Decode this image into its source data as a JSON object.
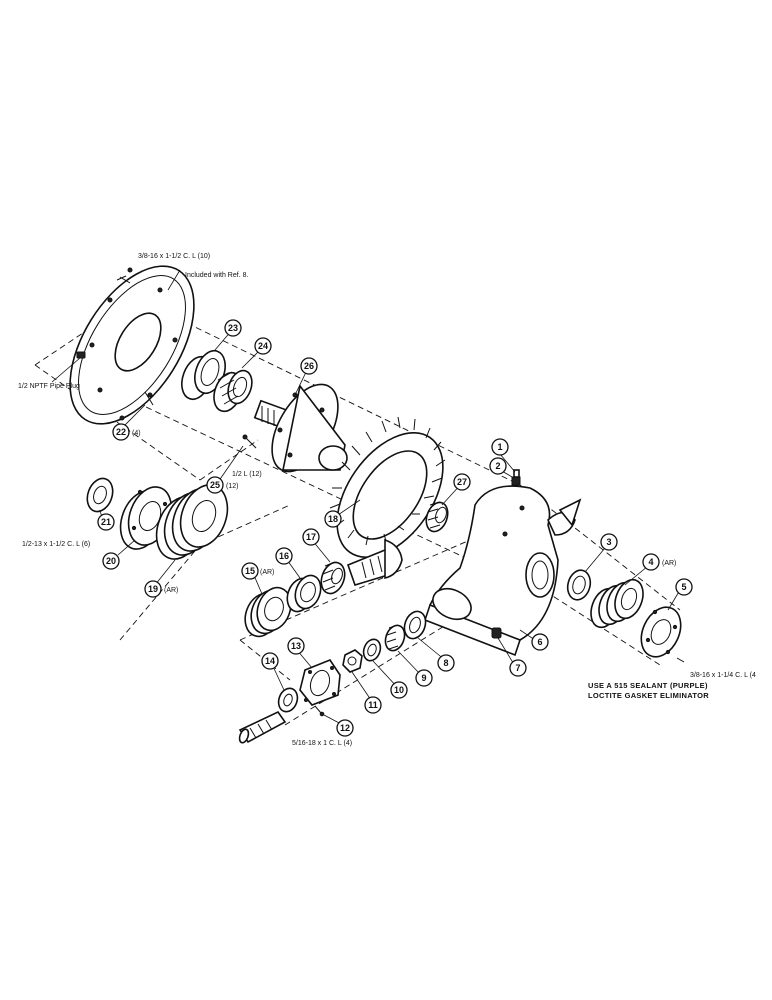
{
  "callouts": [
    {
      "id": "c1",
      "num": "1",
      "suffix": ""
    },
    {
      "id": "c2",
      "num": "2",
      "suffix": ""
    },
    {
      "id": "c3",
      "num": "3",
      "suffix": ""
    },
    {
      "id": "c4",
      "num": "4",
      "suffix": "(AR)"
    },
    {
      "id": "c5",
      "num": "5",
      "suffix": ""
    },
    {
      "id": "c6",
      "num": "6",
      "suffix": ""
    },
    {
      "id": "c7",
      "num": "7",
      "suffix": ""
    },
    {
      "id": "c8",
      "num": "8",
      "suffix": ""
    },
    {
      "id": "c9",
      "num": "9",
      "suffix": ""
    },
    {
      "id": "c10",
      "num": "10",
      "suffix": ""
    },
    {
      "id": "c11",
      "num": "11",
      "suffix": ""
    },
    {
      "id": "c12",
      "num": "12",
      "suffix": ""
    },
    {
      "id": "c13",
      "num": "13",
      "suffix": ""
    },
    {
      "id": "c14",
      "num": "14",
      "suffix": ""
    },
    {
      "id": "c15",
      "num": "15",
      "suffix": "(AR)"
    },
    {
      "id": "c16",
      "num": "16",
      "suffix": ""
    },
    {
      "id": "c17",
      "num": "17",
      "suffix": ""
    },
    {
      "id": "c18",
      "num": "18",
      "suffix": ""
    },
    {
      "id": "c19",
      "num": "19",
      "suffix": "(AR)"
    },
    {
      "id": "c20",
      "num": "20",
      "suffix": ""
    },
    {
      "id": "c21",
      "num": "21",
      "suffix": ""
    },
    {
      "id": "c22",
      "num": "22",
      "suffix": "(4)"
    },
    {
      "id": "c23",
      "num": "23",
      "suffix": ""
    },
    {
      "id": "c24",
      "num": "24",
      "suffix": ""
    },
    {
      "id": "c25",
      "num": "25",
      "suffix": "(12)"
    },
    {
      "id": "c26",
      "num": "26",
      "suffix": ""
    },
    {
      "id": "c27",
      "num": "27",
      "suffix": ""
    }
  ],
  "notes": {
    "bolt_top": "3/8-16 x 1-1/2 C. L (10)",
    "included_ref": "Included with Ref. 8.",
    "pipe_plug": "1/2 NPTF Pipe Plug",
    "bolt_half_l": "1/2 L (12)",
    "bolt_left": "1/2-13 x 1-1/2 C. L (6)",
    "bolt_right": "3/8-16 x 1-1/4 C. L (4",
    "bolt_bottom": "5/16-18 x 1 C. L (4)",
    "sealant_line1": "USE A 515 SEALANT (PURPLE)",
    "sealant_line2": "LOCTITE GASKET ELIMINATOR"
  }
}
